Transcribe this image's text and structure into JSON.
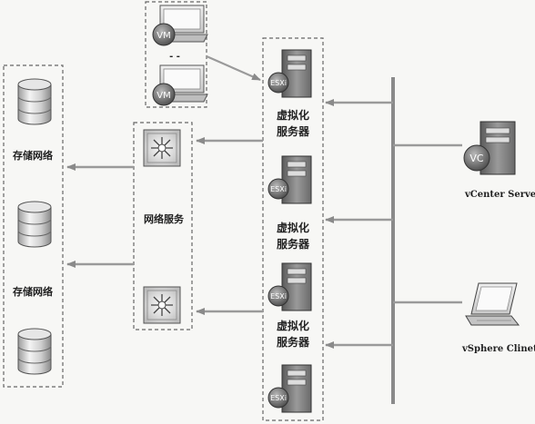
{
  "storage": {
    "label_1": "存储网络",
    "label_2": "存储网络"
  },
  "network": {
    "label": "网络服务"
  },
  "virtual_machines": {
    "vm1_label": "VM",
    "vm2_label": "VM",
    "ellipsis": "- -"
  },
  "servers": {
    "host_label": "ESXi",
    "caption_line1": "虚拟化",
    "caption_line2": "服务器"
  },
  "management": {
    "vcenter_icon_label": "VC",
    "vcenter_label": "vCenter Server",
    "client_label": "vSphere Clinet"
  }
}
